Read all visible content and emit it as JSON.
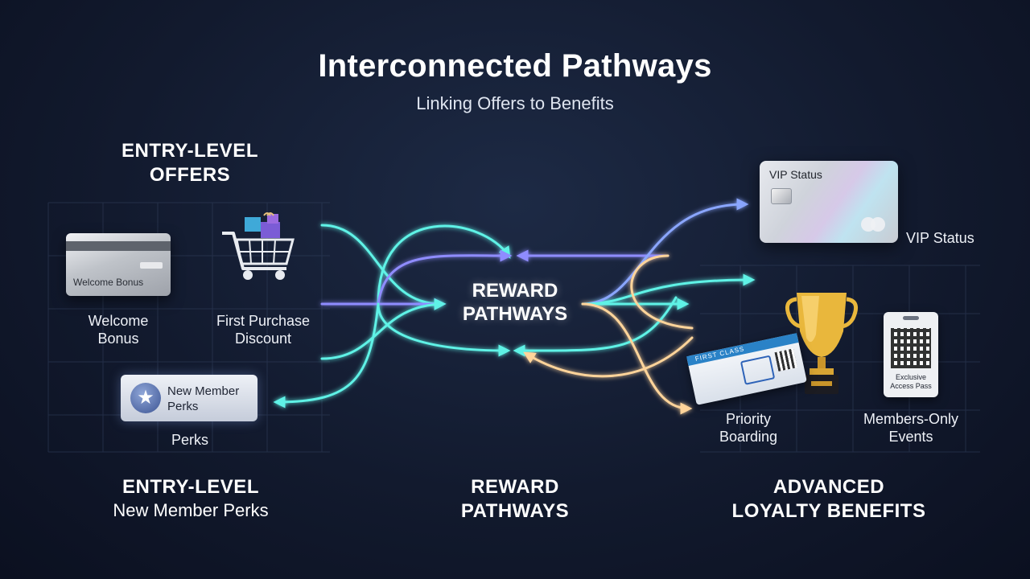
{
  "header": {
    "title": "Interconnected Pathways",
    "subtitle": "Linking Offers to Benefits"
  },
  "entry": {
    "heading_line1": "ENTRY-LEVEL",
    "heading_line2": "OFFERS",
    "welcome": {
      "card_text": "Welcome Bonus",
      "label_line1": "Welcome",
      "label_line2": "Bonus",
      "icon": "credit-card-icon"
    },
    "purchase": {
      "label_line1": "First Purchase",
      "label_line2": "Discount",
      "icon": "shopping-cart-icon"
    },
    "perks": {
      "card_line1": "New Member",
      "card_line2": "Perks",
      "label": "Perks",
      "icon": "star-icon"
    }
  },
  "center": {
    "label_line1": "REWARD",
    "label_line2": "PATHWAYS"
  },
  "advanced": {
    "vip": {
      "card_text": "VIP Status",
      "label": "VIP Status",
      "icon": "vip-card-icon"
    },
    "trophy": {
      "icon": "trophy-icon"
    },
    "boarding": {
      "ticket_text": "FIRST CLASS",
      "label_line1": "Priority",
      "label_line2": "Boarding",
      "icon": "boarding-ticket-icon"
    },
    "events": {
      "pass_line1": "Exclusive",
      "pass_line2": "Access Pass",
      "label_line1": "Members-Only",
      "label_line2": "Events",
      "icon": "qr-pass-icon"
    }
  },
  "footer": {
    "col1_line1": "ENTRY-LEVEL",
    "col1_line2": "New Member Perks",
    "col2_line1": "REWARD",
    "col2_line2": "PATHWAYS",
    "col3_line1": "ADVANCED",
    "col3_line2": "LOYALTY BENEFITS"
  },
  "colors": {
    "background": "#121a2e",
    "cyan": "#5ef2e6",
    "violet": "#8f8cff",
    "periwinkle": "#8aa6ff",
    "peach": "#ffd49a"
  }
}
